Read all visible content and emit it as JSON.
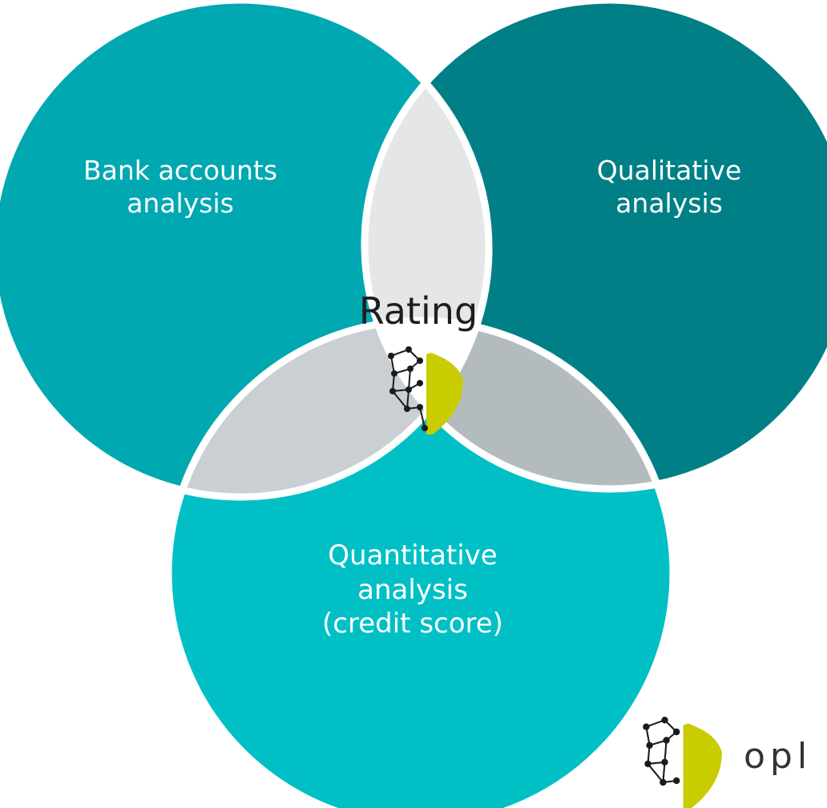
{
  "colors": {
    "circle_bank": "#00a8b1",
    "circle_qualitative": "#007f86",
    "circle_quantitative": "#00c0c6",
    "overlap_bank_qual": "#e4e6e8",
    "overlap_bank_quant": "#c9cfd3",
    "overlap_qual_quant": "#b3bbbe",
    "center": "#ffffff",
    "outline": "#ffffff",
    "logo_green": "#c8cc00",
    "logo_dark": "#1b1b1b"
  },
  "diagram": {
    "circles": [
      {
        "id": "bank",
        "label": "Bank accounts\nanalysis"
      },
      {
        "id": "qualitative",
        "label": "Qualitative\nanalysis"
      },
      {
        "id": "quantitative",
        "label": "Quantitative\nanalysis\n(credit score)"
      }
    ],
    "center_label": "Rating"
  },
  "logo": {
    "icon": "shield-network-icon",
    "text": "opl"
  }
}
